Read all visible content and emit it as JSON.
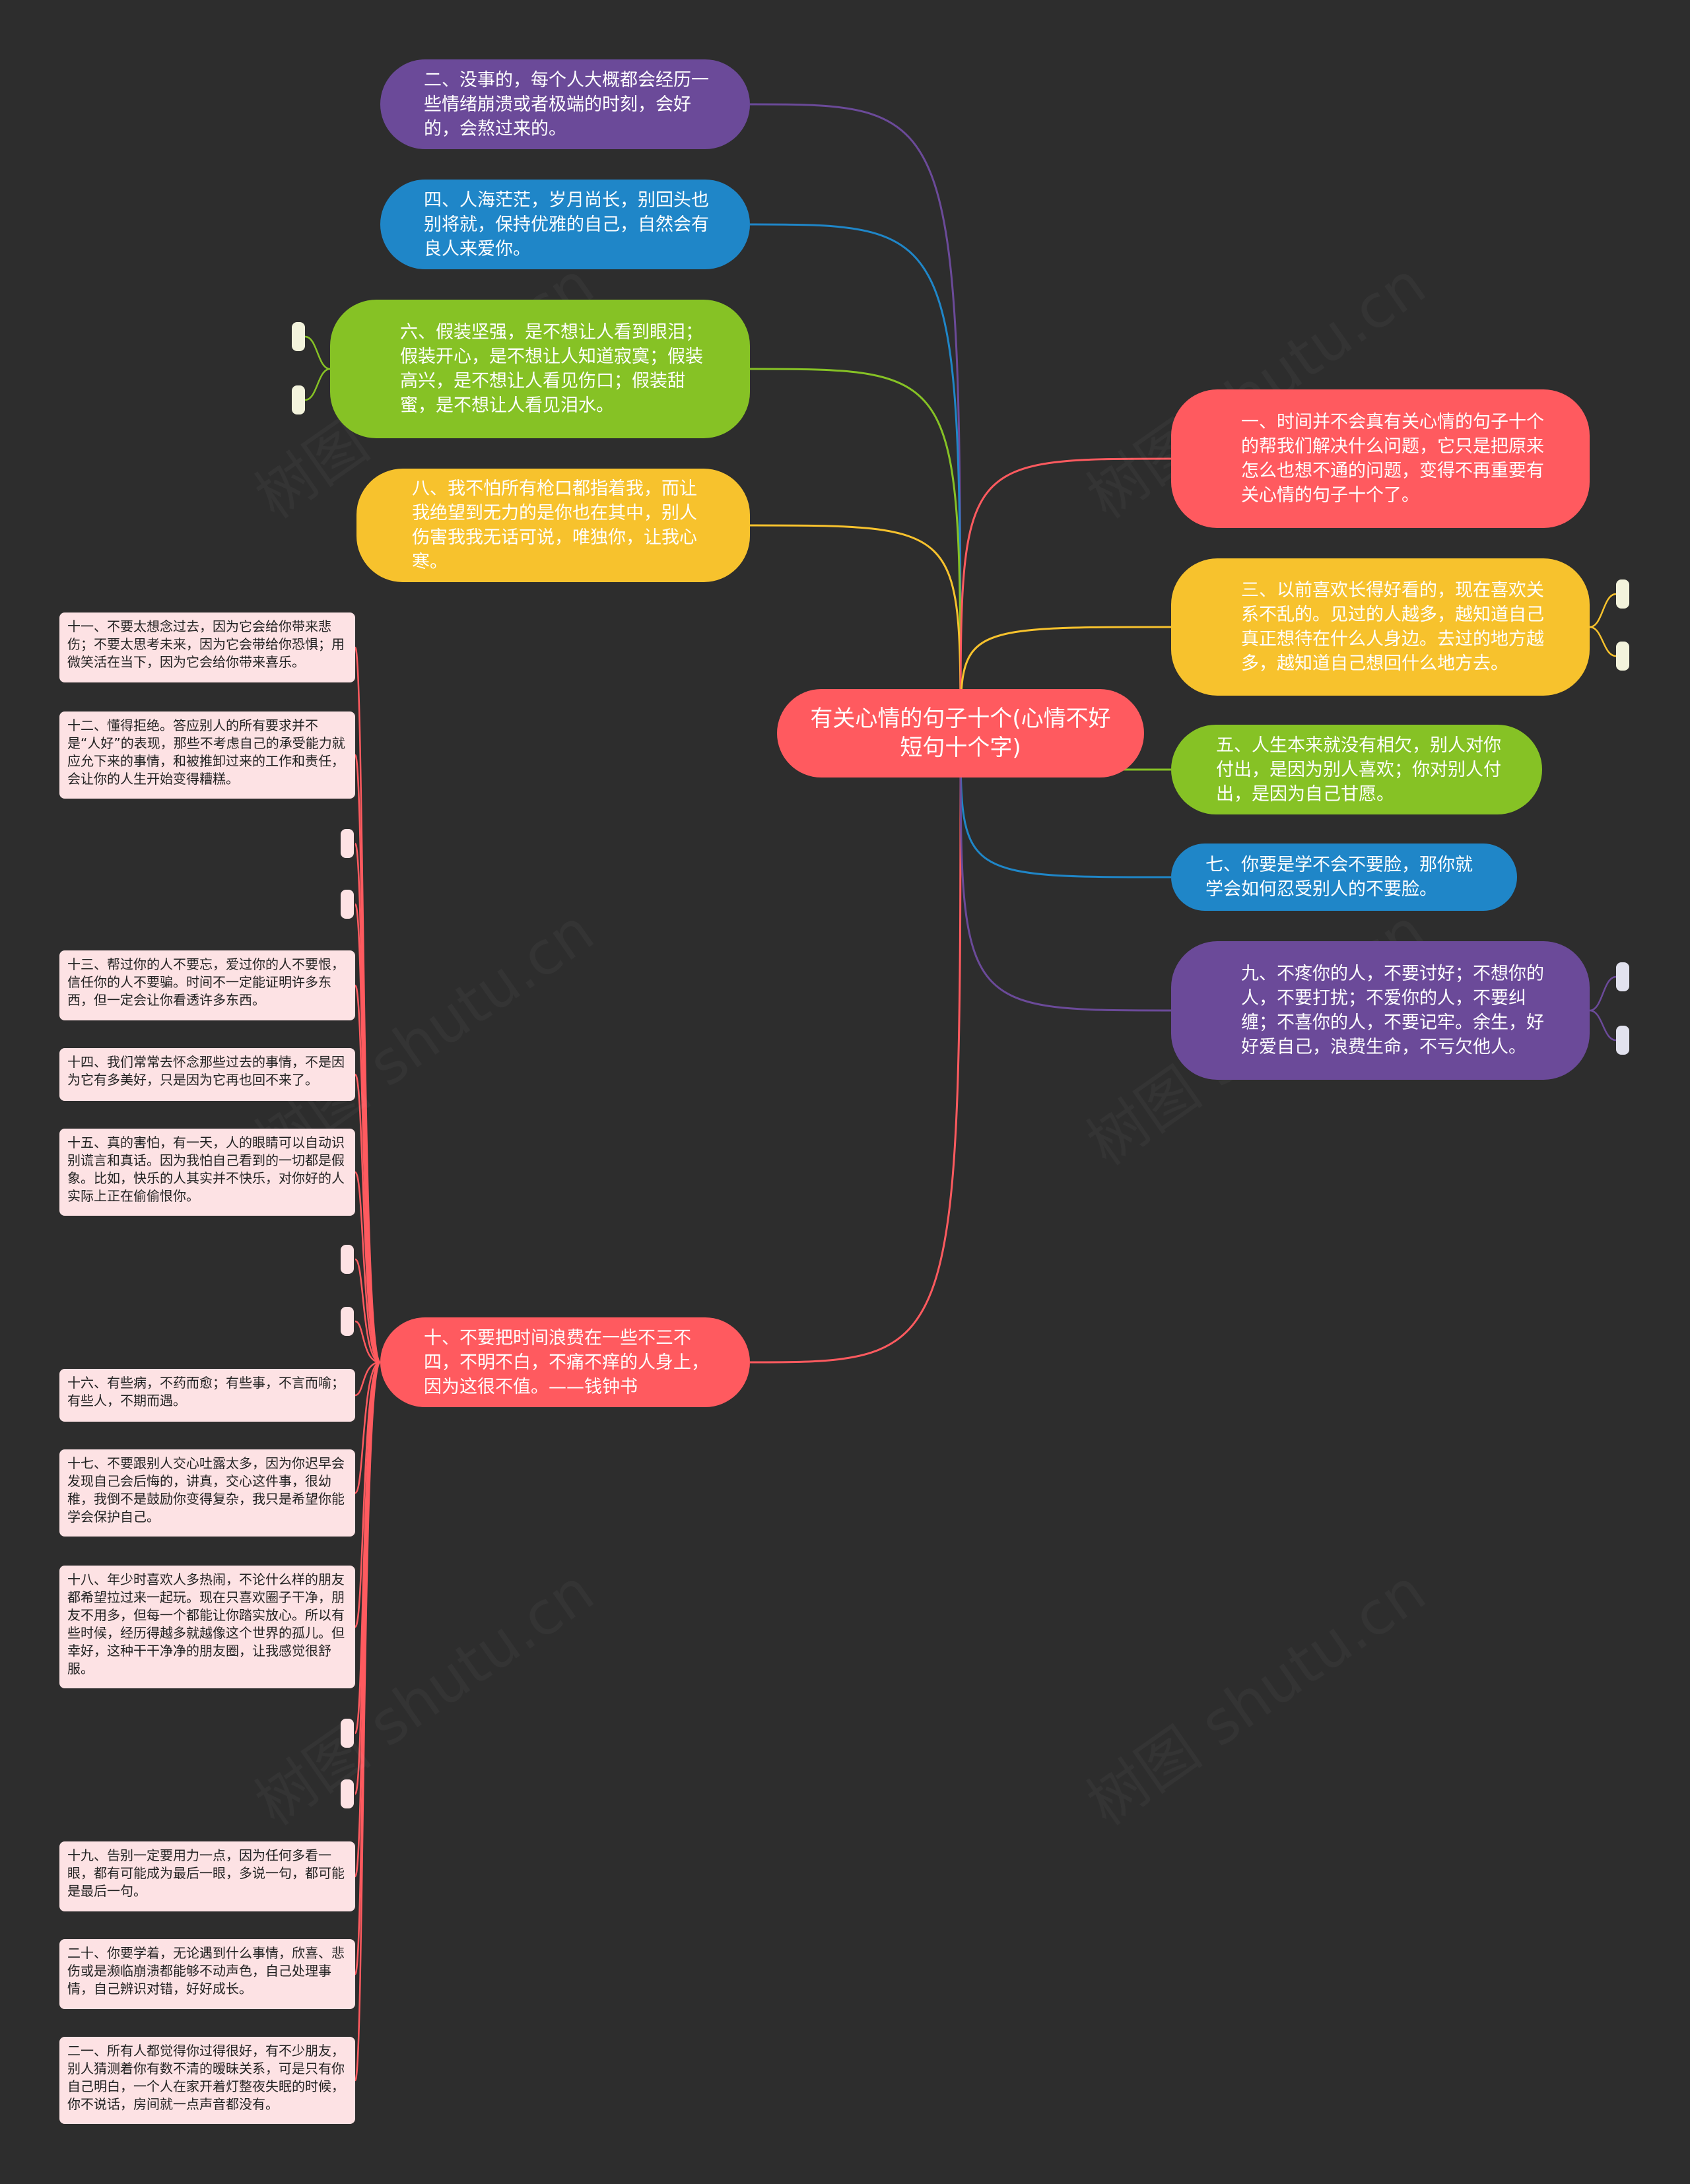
{
  "root": {
    "title": "有关心情的句子十个(心情不好短句十个字)",
    "color": "#ff5a5f"
  },
  "branches": {
    "b2": {
      "text": "二、没事的，每个人大概都会经历一些情绪崩溃或者极端的时刻，会好的，会熬过来的。",
      "color": "#6b4a99"
    },
    "b4": {
      "text": "四、人海茫茫，岁月尚长，别回头也别将就，保持优雅的自己，自然会有良人来爱你。",
      "color": "#1f86c8"
    },
    "b6": {
      "text": "六、假装坚强，是不想让人看到眼泪；假装开心，是不想让人知道寂寞；假装高兴，是不想让人看见伤口；假装甜蜜，是不想让人看见泪水。",
      "color": "#86c225"
    },
    "b8": {
      "text": "八、我不怕所有枪口都指着我，而让我绝望到无力的是你也在其中，别人伤害我我无话可说，唯独你，让我心寒。",
      "color": "#f7c22d"
    },
    "b10": {
      "text": "十、不要把时间浪费在一些不三不四，不明不白，不痛不痒的人身上，因为这很不值。——钱钟书",
      "color": "#ff5a5f"
    },
    "b1": {
      "text": "一、时间并不会真有关心情的句子十个的帮我们解决什么问题，它只是把原来怎么也想不通的问题，变得不再重要有关心情的句子十个了。",
      "color": "#ff5a5f"
    },
    "b3": {
      "text": "三、以前喜欢长得好看的，现在喜欢关系不乱的。见过的人越多，越知道自己真正想待在什么人身边。去过的地方越多，越知道自己想回什么地方去。",
      "color": "#f7c22d"
    },
    "b5": {
      "text": "五、人生本来就没有相欠，别人对你付出，是因为别人喜欢；你对别人付出，是因为自己甘愿。",
      "color": "#86c225"
    },
    "b7": {
      "text": "七、你要是学不会不要脸，那你就学会如何忍受别人的不要脸。",
      "color": "#1f86c8"
    },
    "b9": {
      "text": "九、不疼你的人，不要讨好；不想你的人，不要打扰；不爱你的人，不要纠缠；不喜你的人，不要记牢。余生，好好爱自己，浪费生命，不亏欠他人。",
      "color": "#6b4a99"
    }
  },
  "leaves": {
    "l11": "十一、不要太想念过去，因为它会给你带来悲伤；不要太思考未来，因为它会带给你恐惧；用微笑活在当下，因为它会给你带来喜乐。",
    "l12": "十二、懂得拒绝。答应别人的所有要求并不是“人好”的表现，那些不考虑自己的承受能力就应允下来的事情，和被推卸过来的工作和责任，会让你的人生开始变得糟糕。",
    "l13": "十三、帮过你的人不要忘，爱过你的人不要恨，信任你的人不要骗。时间不一定能证明许多东西，但一定会让你看透许多东西。",
    "l14": "十四、我们常常去怀念那些过去的事情，不是因为它有多美好，只是因为它再也回不来了。",
    "l15": "十五、真的害怕，有一天，人的眼睛可以自动识别谎言和真话。因为我怕自己看到的一切都是假象。比如，快乐的人其实并不快乐，对你好的人实际上正在偷偷恨你。",
    "l16": "十六、有些病，不药而愈；有些事，不言而喻；有些人，不期而遇。",
    "l17": "十七、不要跟别人交心吐露太多，因为你迟早会发现自己会后悔的，讲真，交心这件事，很幼稚，我倒不是鼓励你变得复杂，我只是希望你能学会保护自己。",
    "l18": "十八、年少时喜欢人多热闹，不论什么样的朋友都希望拉过来一起玩。现在只喜欢圈子干净，朋友不用多，但每一个都能让你踏实放心。所以有些时候，经历得越多就越像这个世界的孤儿。但幸好，这种干干净净的朋友圈，让我感觉很舒服。",
    "l19": "十九、告别一定要用力一点，因为任何多看一眼，都有可能成为最后一眼，多说一句，都可能是最后一句。",
    "l20": "二十、你要学着，无论遇到什么事情，欣喜、悲伤或是濒临崩溃都能够不动声色，自己处理事情，自己辨识对错，好好成长。",
    "l21": "二一、所有人都觉得你过得很好，有不少朋友，别人猜测着你有数不清的暧昧关系，可是只有你自己明白，一个人在家开着灯整夜失眠的时候，你不说话，房间就一点声音都没有。"
  },
  "colors": {
    "background": "#2d2d2d",
    "leaf": "#fde2e4"
  }
}
